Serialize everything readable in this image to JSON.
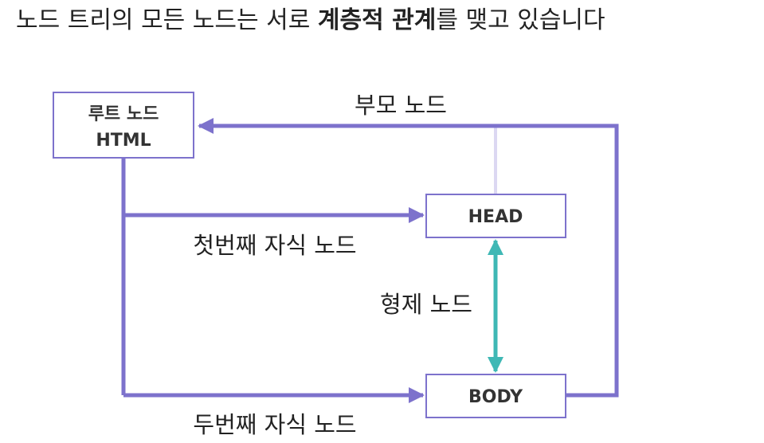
{
  "heading": {
    "prefix": "노드 트리의 모든 노드는 서로 ",
    "bold": "계층적 관계",
    "suffix": "를 맺고 있습니다"
  },
  "nodes": {
    "root_line1": "루트 노드",
    "root_line2": "HTML",
    "head": "HEAD",
    "body": "BODY"
  },
  "edge_labels": {
    "parent": "부모 노드",
    "first_child": "첫번째 자식 노드",
    "sibling": "형제 노드",
    "second_child": "두번째 자식 노드"
  },
  "colors": {
    "primary": "#7d72cc",
    "parent_faded": "#dcd8f2",
    "sibling": "#3fb8b5",
    "text": "#222222"
  }
}
